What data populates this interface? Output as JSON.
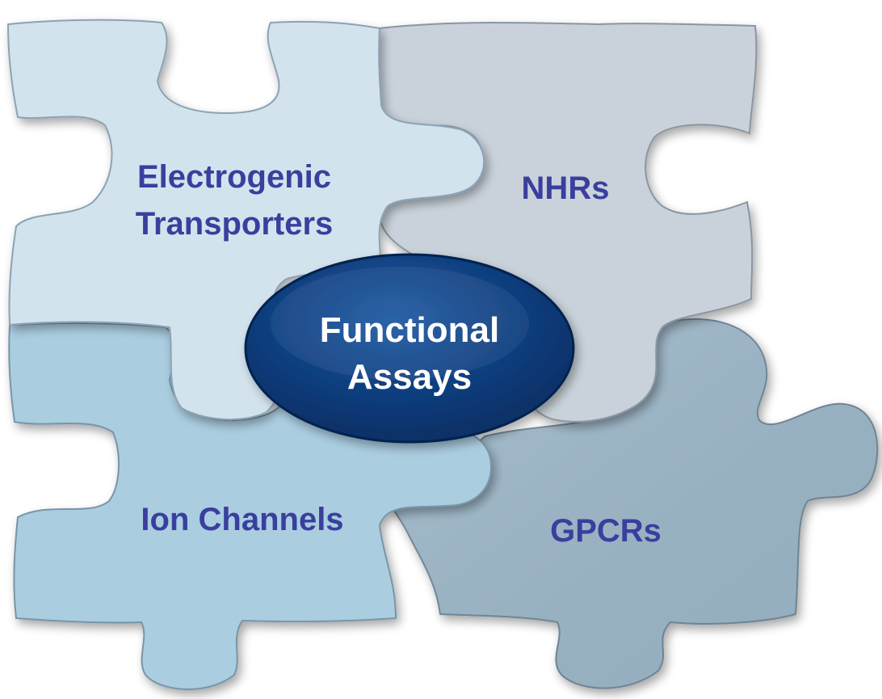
{
  "pieces": {
    "top_left": {
      "line1": "Electrogenic",
      "line2": "Transporters"
    },
    "top_right": {
      "label": "NHRs"
    },
    "bottom_left": {
      "label": "Ion Channels"
    },
    "bottom_right": {
      "label": "GPCRs"
    }
  },
  "center": {
    "line1": "Functional",
    "line2": "Assays"
  },
  "colors": {
    "top_left": "#d3e3ee",
    "top_right": "#c9d2da",
    "bottom_left": "#aacde0",
    "bottom_right": "#9cb7c9",
    "center": "#0d3a78",
    "label_text": "#3a3f9e",
    "center_text": "#ffffff"
  }
}
